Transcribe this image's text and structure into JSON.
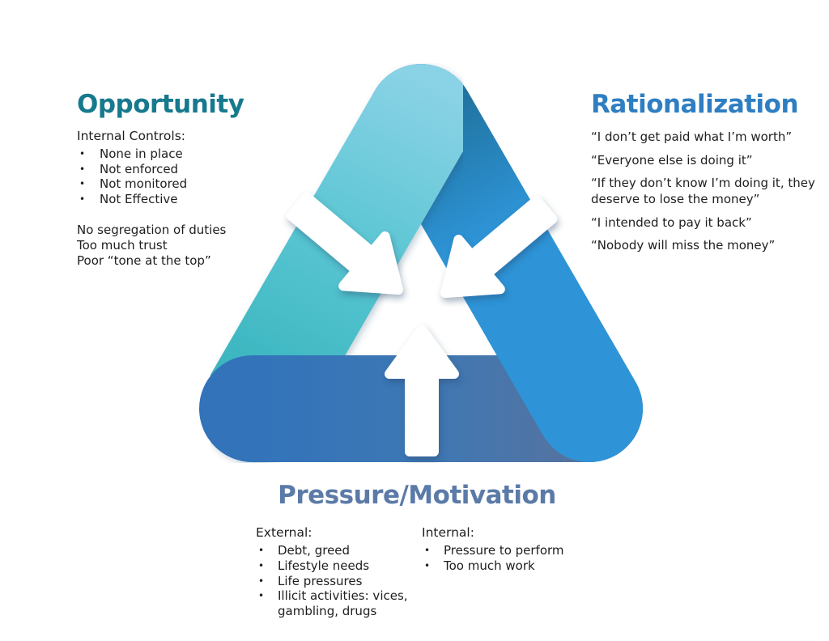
{
  "ui": {
    "bullet_char": "•"
  },
  "opportunity": {
    "title": "Opportunity",
    "title_color": "#17798e",
    "subtitle": "Internal Controls:",
    "bullets": [
      "None in place",
      "Not enforced",
      "Not monitored",
      "Not Effective"
    ],
    "notes": [
      "No segregation of duties",
      "Too much trust",
      "Poor “tone at the top”"
    ]
  },
  "rationalization": {
    "title": "Rationalization",
    "title_color": "#2e7ec2",
    "quotes": [
      "“I don’t get paid what I’m worth”",
      "“Everyone else is doing it”",
      "“If they don’t know I’m doing it, they deserve to lose the money”",
      "“I intended to pay it back”",
      "“Nobody will miss the money”"
    ]
  },
  "pressure": {
    "title": "Pressure/Motivation",
    "title_color": "#5b7aa7",
    "external": {
      "heading": "External:",
      "bullets": [
        "Debt, greed",
        "Lifestyle needs",
        "Life pressures",
        "Illicit activities: vices, gambling, drugs"
      ]
    },
    "internal": {
      "heading": "Internal:",
      "bullets": [
        "Pressure to perform",
        "Too much work"
      ]
    }
  },
  "triangle": {
    "left_top": "#8ad2e6",
    "left_mid": "#55c4d0",
    "left_bottom": "#37b3bd",
    "right_top": "#20739f",
    "right_main": "#2e94d7",
    "bottom_left": "#3273ba",
    "bottom_mid": "#3e78b4",
    "bottom_right": "#5f7097",
    "arrow_color": "#ffffff",
    "icons": [
      "arrow-inward-from-opportunity",
      "arrow-inward-from-rationalization",
      "arrow-inward-from-pressure"
    ]
  }
}
